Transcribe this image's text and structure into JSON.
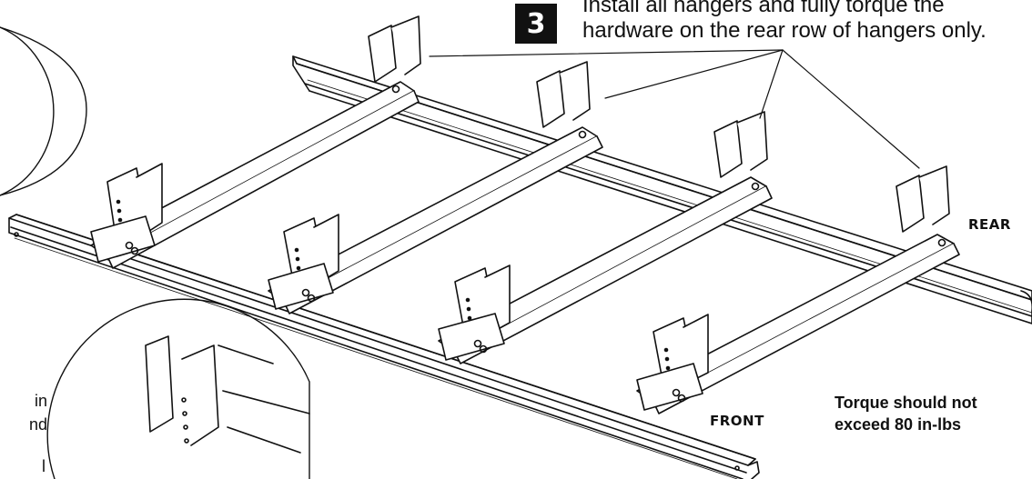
{
  "step": {
    "number": "3",
    "text_lines": [
      "Install all hangers and fully torque the",
      "hardware on the rear row of hangers only."
    ]
  },
  "labels": {
    "rear": "REAR",
    "front": "FRONT"
  },
  "torque_note": {
    "lines": [
      "Torque should not",
      "exceed 80 in-lbs"
    ]
  },
  "left_fragments": [
    "in",
    "nd",
    "",
    "l"
  ],
  "colors": {
    "ink": "#111111",
    "paper": "#ffffff"
  }
}
